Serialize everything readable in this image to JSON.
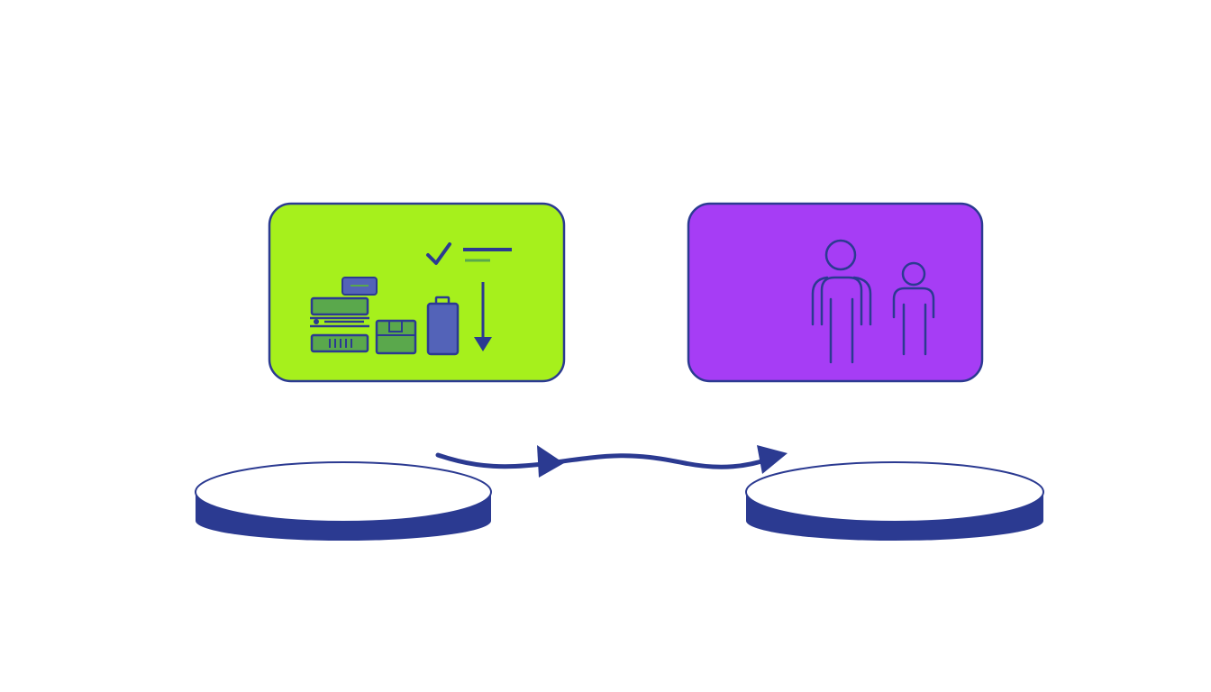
{
  "colors": {
    "background": "#ffffff",
    "ink": "#2b3a91",
    "lime": "#a6f01c",
    "purple": "#a63df5",
    "green": "#5aa84c",
    "blue_fill": "#5363b8",
    "platform_top": "#ffffff"
  },
  "cards": [
    {
      "name": "inventory-card",
      "fill_color": "#a6f01c",
      "icon": "inventory-stack-icon"
    },
    {
      "name": "people-card",
      "fill_color": "#a63df5",
      "icon": "people-icon"
    }
  ],
  "platforms": [
    {
      "name": "source-platform"
    },
    {
      "name": "destination-platform"
    }
  ],
  "connector": {
    "name": "flow-arrow",
    "arrowheads": 2
  }
}
